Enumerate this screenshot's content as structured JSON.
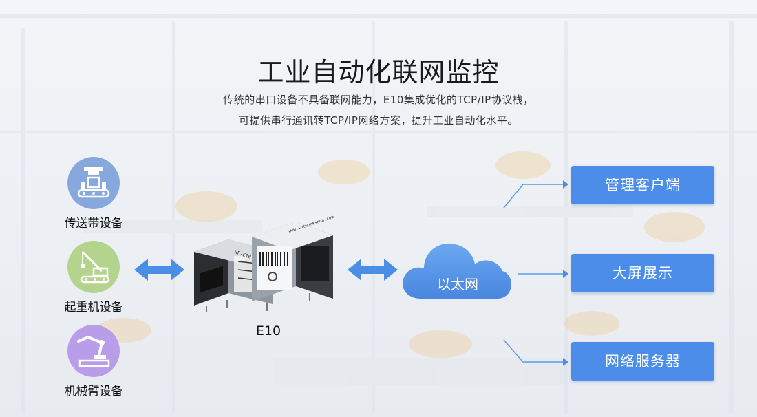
{
  "title": "工业自动化联网监控",
  "subtitle_line1": "传统的串口设备不具备联网能力，E10集成优化的TCP/IP协议栈，",
  "subtitle_line2": "可提供串行通讯转TCP/IP网络方案，提升工业自动化水平。",
  "devices": [
    {
      "label": "传送带设备",
      "icon": "conveyor-icon",
      "color": "#87a8dd"
    },
    {
      "label": "起重机设备",
      "icon": "crane-icon",
      "color": "#b4d38d"
    },
    {
      "label": "机械臂设备",
      "icon": "robot-arm-icon",
      "color": "#b99de8"
    }
  ],
  "module": {
    "label": "E10",
    "stamp_text": "HF-E10",
    "url_text": "www.iotworkshop.com"
  },
  "network": {
    "label": "以太网"
  },
  "services": [
    {
      "label": "管理客户端"
    },
    {
      "label": "大屏展示"
    },
    {
      "label": "网络服务器"
    }
  ],
  "colors": {
    "accent_blue": "#4b8de8",
    "arrow_blue": "#4a8ee6",
    "cloud_blue": "#5b9bec"
  }
}
